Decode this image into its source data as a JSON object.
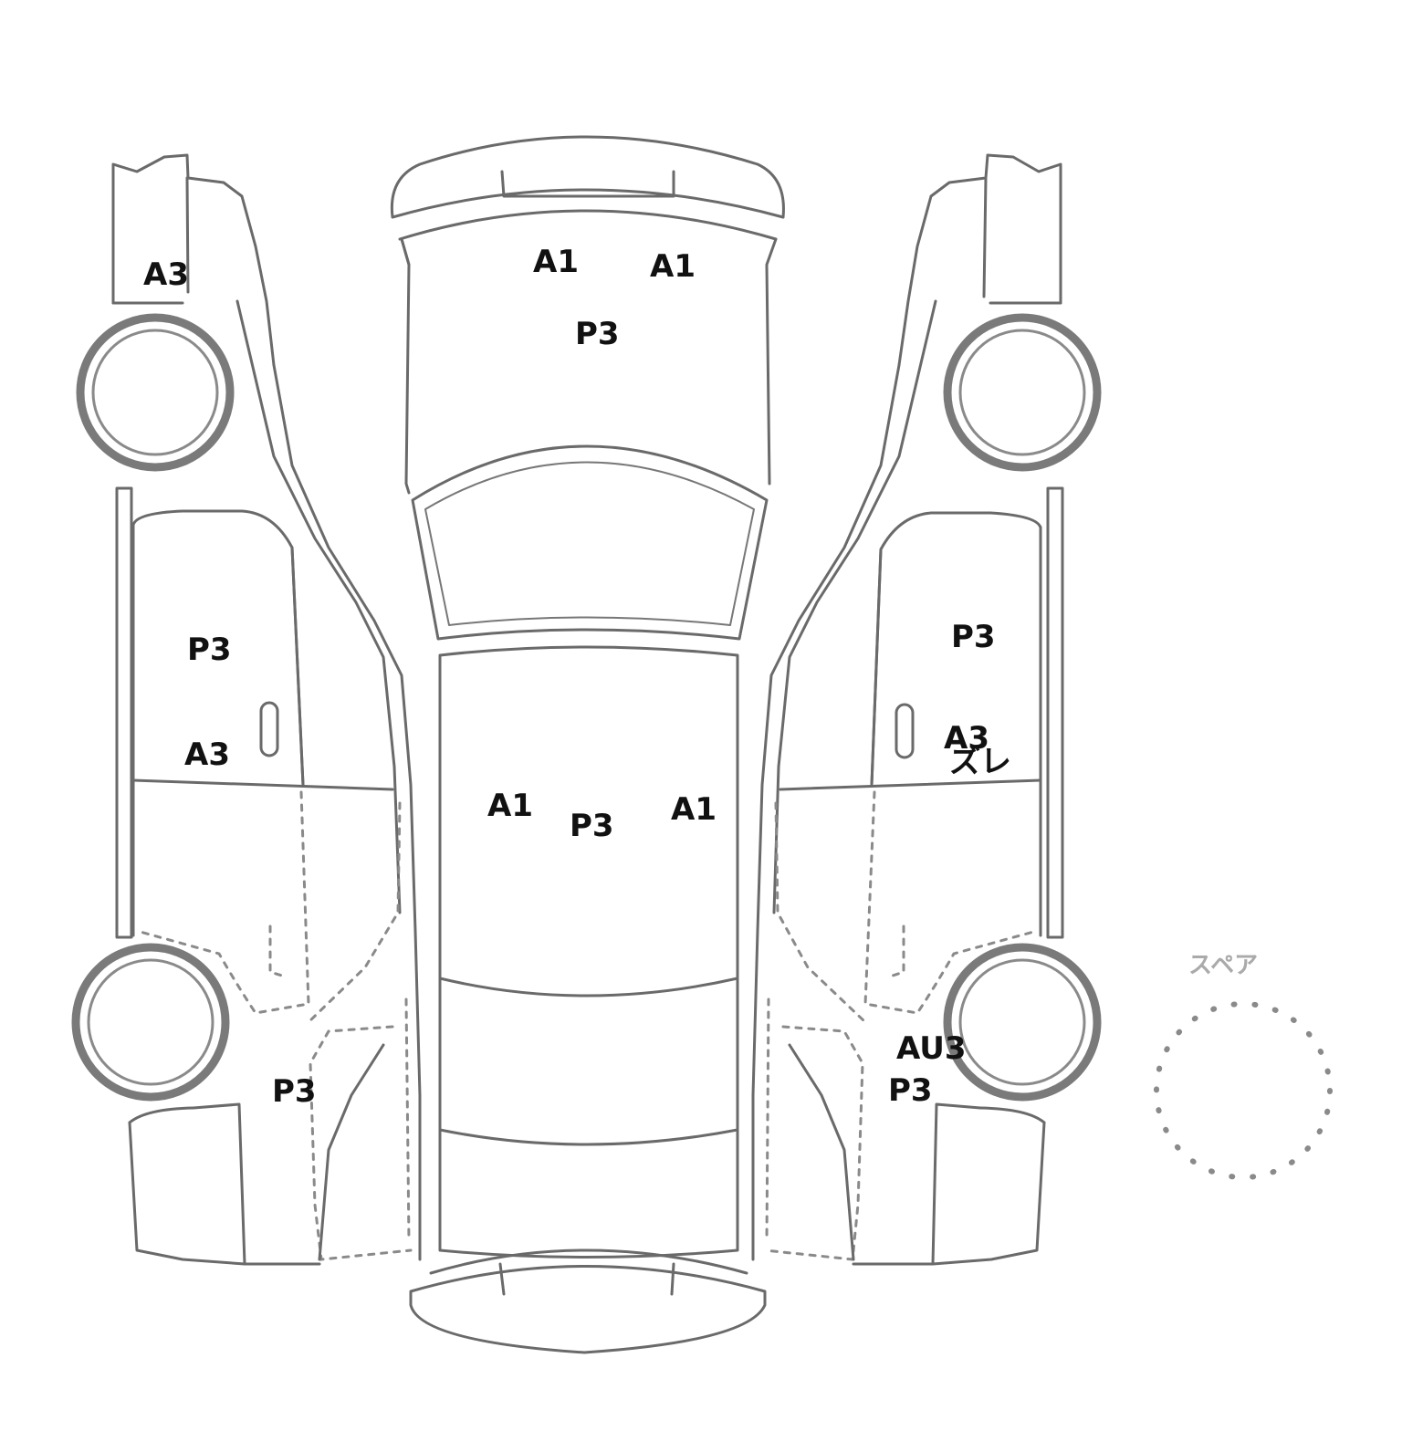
{
  "damage_marks": [
    {
      "id": "left-front-fender",
      "code": "A3"
    },
    {
      "id": "front-bumper-left",
      "code": "A1"
    },
    {
      "id": "front-bumper-right",
      "code": "A1"
    },
    {
      "id": "hood",
      "code": "P3"
    },
    {
      "id": "left-front-door",
      "code": "P3"
    },
    {
      "id": "left-front-door-lower",
      "code": "A3"
    },
    {
      "id": "roof-left",
      "code": "A1"
    },
    {
      "id": "roof-center",
      "code": "P3"
    },
    {
      "id": "roof-right",
      "code": "A1"
    },
    {
      "id": "left-rear-quarter",
      "code": "P3"
    },
    {
      "id": "right-front-door",
      "code": "P3"
    },
    {
      "id": "right-front-door-lower",
      "code": "A3"
    },
    {
      "id": "right-front-door-note",
      "code": "ズレ"
    },
    {
      "id": "right-rear-quarter-au",
      "code": "AU3"
    },
    {
      "id": "right-rear-quarter",
      "code": "P3"
    }
  ],
  "spare": {
    "label": "スペア"
  },
  "colors": {
    "line": "#6a6a6a",
    "mark_text": "#111111",
    "spare_text": "#aaaaaa"
  }
}
